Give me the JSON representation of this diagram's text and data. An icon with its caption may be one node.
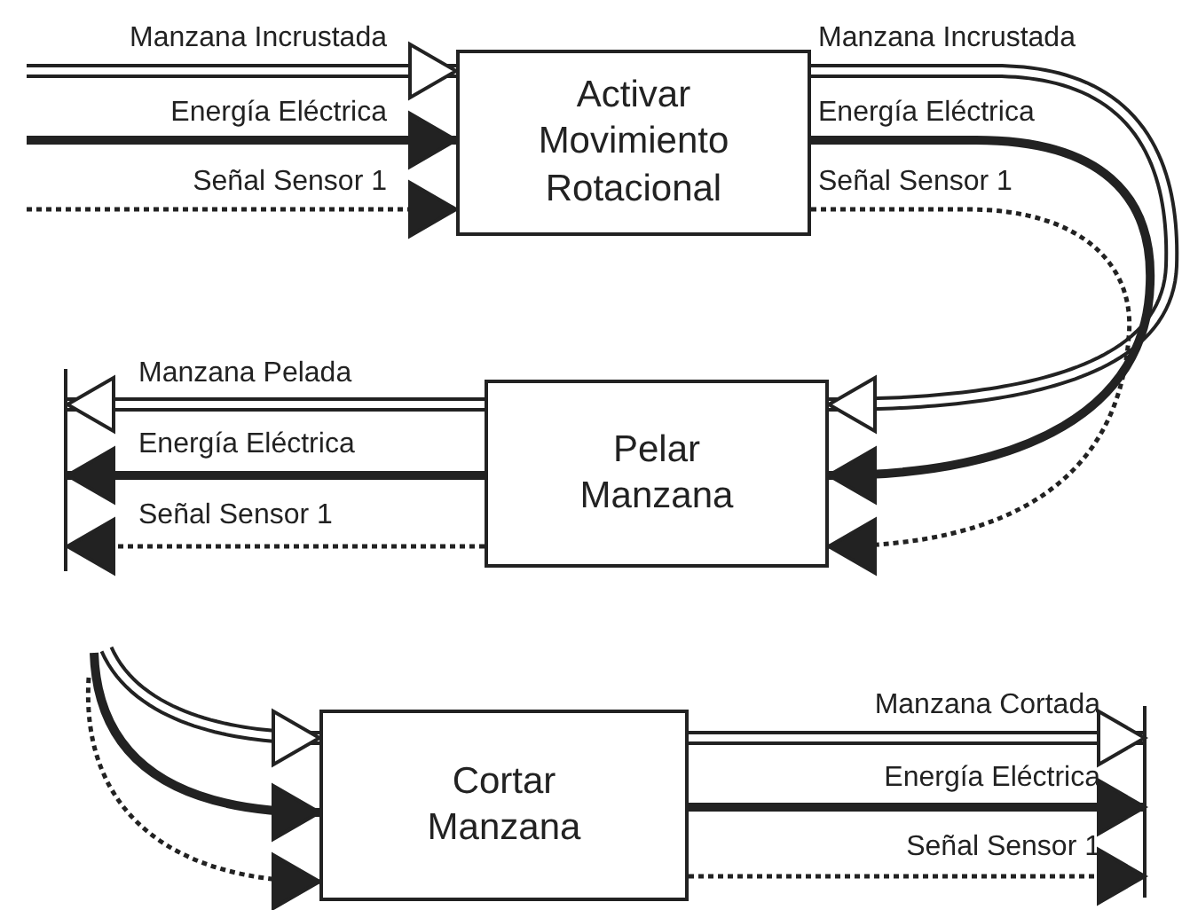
{
  "diagram": {
    "nodes": [
      {
        "text": [
          "Activar Movimiento Rotacional"
        ]
      },
      {
        "text": [
          "Pelar Manzana"
        ]
      },
      {
        "text": [
          "Cortar Manzana"
        ]
      }
    ],
    "edges": [
      {
        "from": null,
        "to": 0,
        "arrow": "to",
        "label": "Manzana Incrustada"
      },
      {
        "from": null,
        "to": 0,
        "arrow": "to",
        "label": "Energía Eléctrica",
        "style": "thick"
      },
      {
        "from": null,
        "to": 0,
        "arrow": "to",
        "label": "Señal Sensor 1",
        "style": "dashed"
      },
      {
        "from": 0,
        "to": 1,
        "arrow": "to",
        "label": "Manzana Incrustada"
      },
      {
        "from": 0,
        "to": 1,
        "arrow": "to",
        "label": "Energía Eléctrica",
        "style": "thick"
      },
      {
        "from": 0,
        "to": 1,
        "arrow": "to",
        "label": "Señal Sensor 1",
        "style": "dashed"
      },
      {
        "from": 1,
        "to": null,
        "arrow": "to",
        "label": "Manzana Pelada"
      },
      {
        "from": 1,
        "to": null,
        "arrow": "to",
        "label": "Energía Eléctrica",
        "style": "thick"
      },
      {
        "from": 1,
        "to": null,
        "arrow": "to",
        "label": "Señal Sensor 1",
        "style": "dashed"
      },
      {
        "from": null,
        "to": 2,
        "arrow": "to"
      },
      {
        "from": null,
        "to": 2,
        "arrow": "to",
        "style": "thick"
      },
      {
        "from": null,
        "to": 2,
        "arrow": "to",
        "style": "dashed"
      },
      {
        "from": 2,
        "to": null,
        "arrow": "to",
        "label": "Manzana Cortada"
      },
      {
        "from": 2,
        "to": null,
        "arrow": "to",
        "label": "Energía Eléctrica",
        "style": "thick"
      },
      {
        "from": 2,
        "to": null,
        "arrow": "to",
        "label": "Señal Sensor 1",
        "style": "dashed"
      }
    ]
  }
}
